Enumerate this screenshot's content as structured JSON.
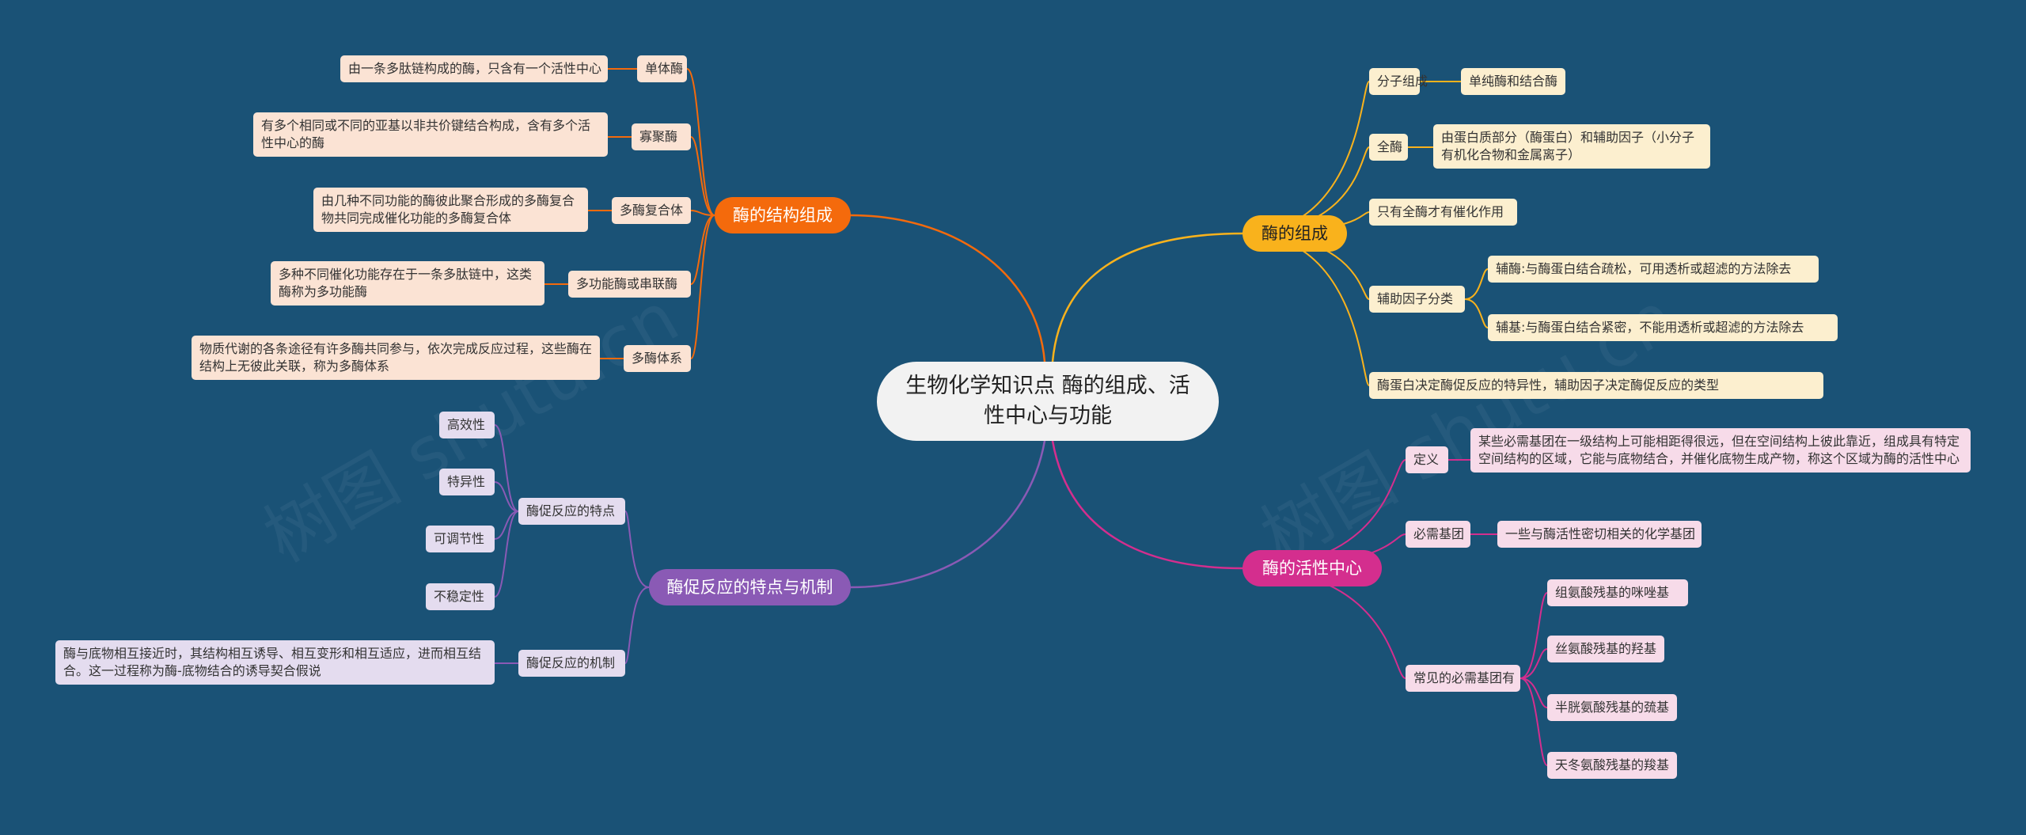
{
  "center": {
    "title": "生物化学知识点  酶的组成、活性中心与功能"
  },
  "branches": {
    "structure": {
      "title": "酶的结构组成",
      "items": [
        {
          "label": "单体酶",
          "desc": "由一条多肽链构成的酶，只含有一个活性中心"
        },
        {
          "label": "寡聚酶",
          "desc": "有多个相同或不同的亚基以非共价键结合构成，含有多个活性中心的酶"
        },
        {
          "label": "多酶复合体",
          "desc": "由几种不同功能的酶彼此聚合形成的多酶复合物共同完成催化功能的多酶复合体"
        },
        {
          "label": "多功能酶或串联酶",
          "desc": "多种不同催化功能存在于一条多肽链中，这类酶称为多功能酶"
        },
        {
          "label": "多酶体系",
          "desc": "物质代谢的各条途径有许多酶共同参与，依次完成反应过程，这些酶在结构上无彼此关联，称为多酶体系"
        }
      ]
    },
    "mechanism": {
      "title": "酶促反应的特点与机制",
      "features_label": "酶促反应的特点",
      "features": [
        "高效性",
        "特异性",
        "可调节性",
        "不稳定性"
      ],
      "mech_label": "酶促反应的机制",
      "mech_desc": "酶与底物相互接近时，其结构相互诱导、相互变形和相互适应，进而相互结合。这一过程称为酶-底物结合的诱导契合假说"
    },
    "composition": {
      "title": "酶的组成",
      "molecular_label": "分子组成",
      "molecular_desc": "单纯酶和结合酶",
      "holo_label": "全酶",
      "holo_desc": "由蛋白质部分（酶蛋白）和辅助因子（小分子有机化合物和金属离子）",
      "holo_only": "只有全酶才有催化作用",
      "cofactor_label": "辅助因子分类",
      "cofactor_1": "辅酶:与酶蛋白结合疏松，可用透析或超滤的方法除去",
      "cofactor_2": "辅基:与酶蛋白结合紧密，不能用透析或超滤的方法除去",
      "determine": "酶蛋白决定酶促反应的特异性，辅助因子决定酶促反应的类型"
    },
    "active": {
      "title": "酶的活性中心",
      "def_label": "定义",
      "def_desc": "某些必需基团在一级结构上可能相距得很远，但在空间结构上彼此靠近，组成具有特定空间结构的区域，它能与底物结合，并催化底物生成产物，称这个区域为酶的活性中心",
      "essential_label": "必需基团",
      "essential_desc": "一些与酶活性密切相关的化学基团",
      "common_label": "常见的必需基团有",
      "common": [
        "组氨酸残基的咪唑基",
        "丝氨酸残基的羟基",
        "半胱氨酸残基的巯基",
        "天冬氨酸残基的羧基"
      ]
    }
  },
  "colors": {
    "background": "#1a5276",
    "structure": "#f46a0c",
    "composition": "#f9b21c",
    "active": "#d42e8e",
    "mechanism": "#8a5ab5"
  },
  "watermark": "树图 shutu.cn"
}
